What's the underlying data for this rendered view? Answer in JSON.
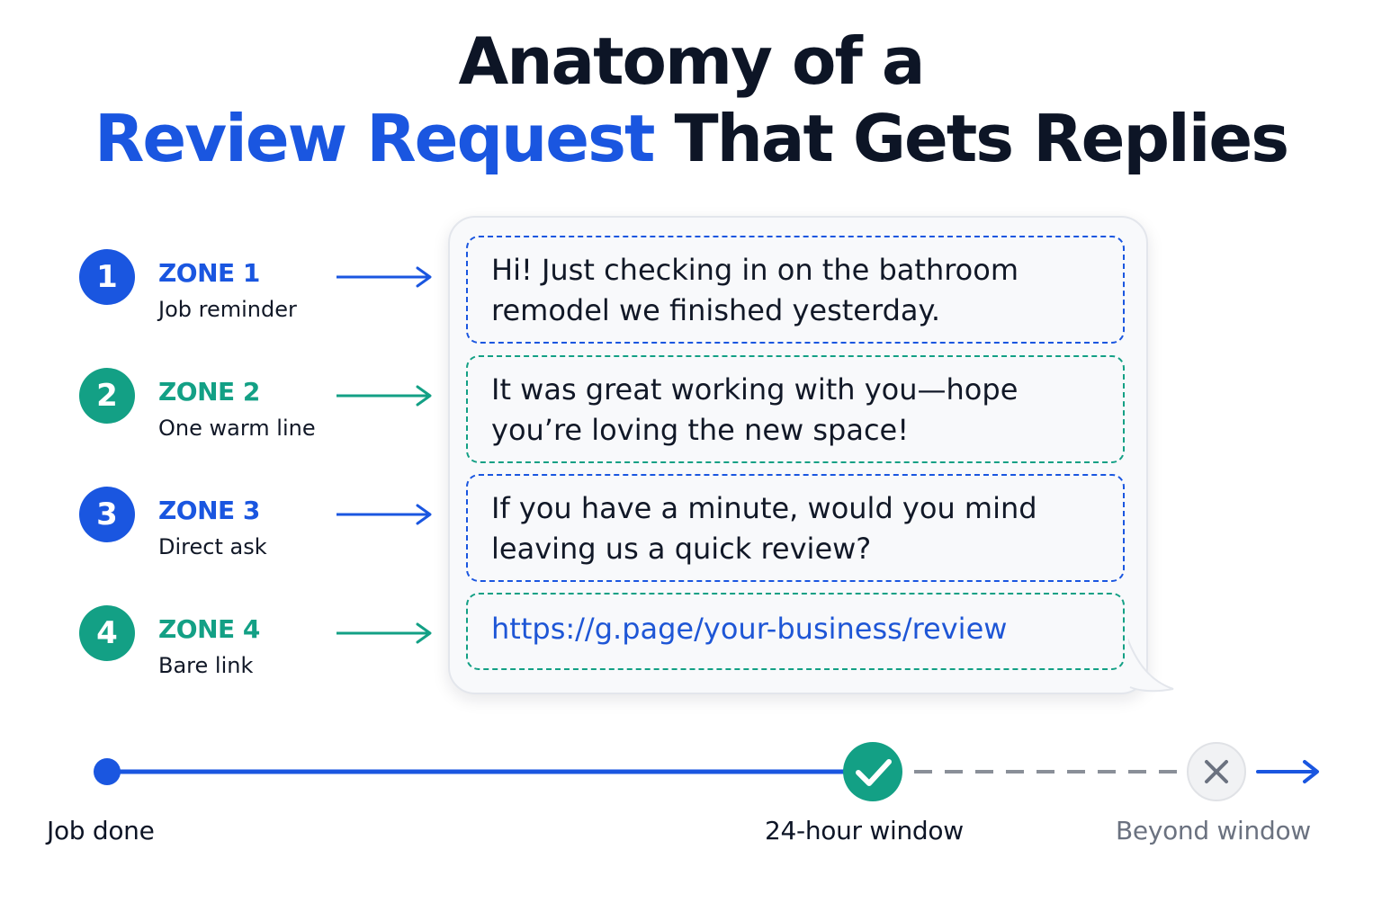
{
  "colors": {
    "blue": "#1a56e0",
    "teal": "#13a085",
    "dark": "#0d1526",
    "gray": "#6b7280"
  },
  "title": {
    "line1": "Anatomy of a",
    "line2_accent": "Review Request",
    "line2_rest": " That Gets Replies"
  },
  "zones": [
    {
      "number": "1",
      "title": "ZONE 1",
      "subtitle": "Job reminder",
      "color": "blue"
    },
    {
      "number": "2",
      "title": "ZONE 2",
      "subtitle": "One warm line",
      "color": "teal"
    },
    {
      "number": "3",
      "title": "ZONE 3",
      "subtitle": "Direct ask",
      "color": "blue"
    },
    {
      "number": "4",
      "title": "ZONE 4",
      "subtitle": "Bare link",
      "color": "teal"
    }
  ],
  "message": {
    "segments": [
      {
        "text": "Hi! Just checking in on the bathroom remodel we finished yesterday."
      },
      {
        "text": "It was great working with you—hope you’re loving the new space!"
      },
      {
        "text": "If you have a minute, would you mind leaving us a quick review?"
      },
      {
        "text": "https://g.page/your-business/review"
      }
    ]
  },
  "timeline": {
    "start_label": "Job done",
    "window_label": "24-hour window",
    "beyond_label": "Beyond window",
    "window_icon": "check-icon",
    "beyond_icon": "x-icon"
  }
}
